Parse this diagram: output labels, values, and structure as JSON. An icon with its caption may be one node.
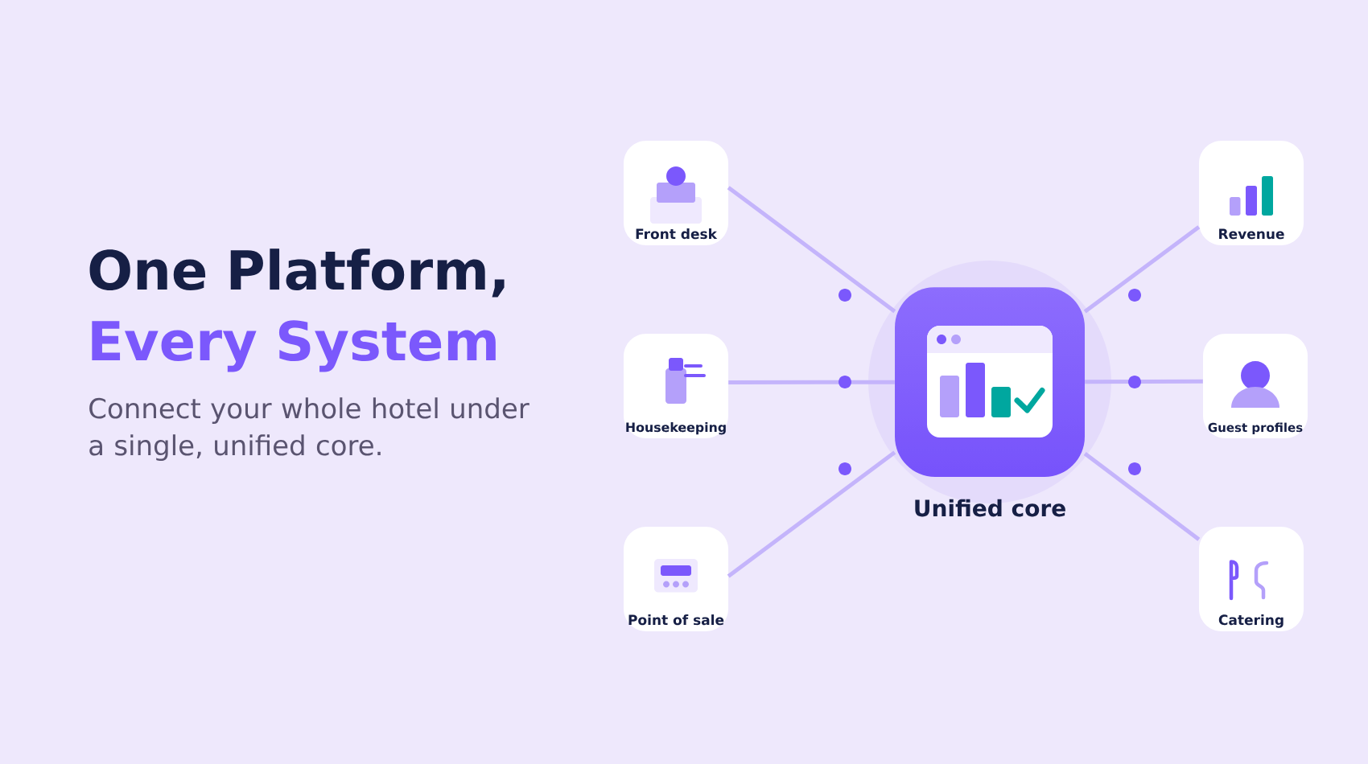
{
  "diagram": {
    "title": "One Platform, Every System",
    "nodes": [
      {
        "text": [
          "Front desk"
        ]
      },
      {
        "text": [
          "Housekeeping"
        ]
      },
      {
        "text": [
          "Point of sale"
        ]
      },
      {
        "text": [
          "Unified core"
        ]
      },
      {
        "text": [
          "Revenue"
        ]
      },
      {
        "text": [
          "Guest profiles"
        ]
      },
      {
        "text": [
          "Catering"
        ]
      }
    ],
    "edges": [
      {
        "from": 0,
        "to": 3,
        "arrow": "none"
      },
      {
        "from": 1,
        "to": 3,
        "arrow": "none"
      },
      {
        "from": 2,
        "to": 3,
        "arrow": "none"
      },
      {
        "from": 4,
        "to": 3,
        "arrow": "none"
      },
      {
        "from": 5,
        "to": 3,
        "arrow": "none"
      },
      {
        "from": 6,
        "to": 3,
        "arrow": "none"
      }
    ],
    "labels": [
      "Connect your whole hotel under a single, unified core."
    ]
  }
}
